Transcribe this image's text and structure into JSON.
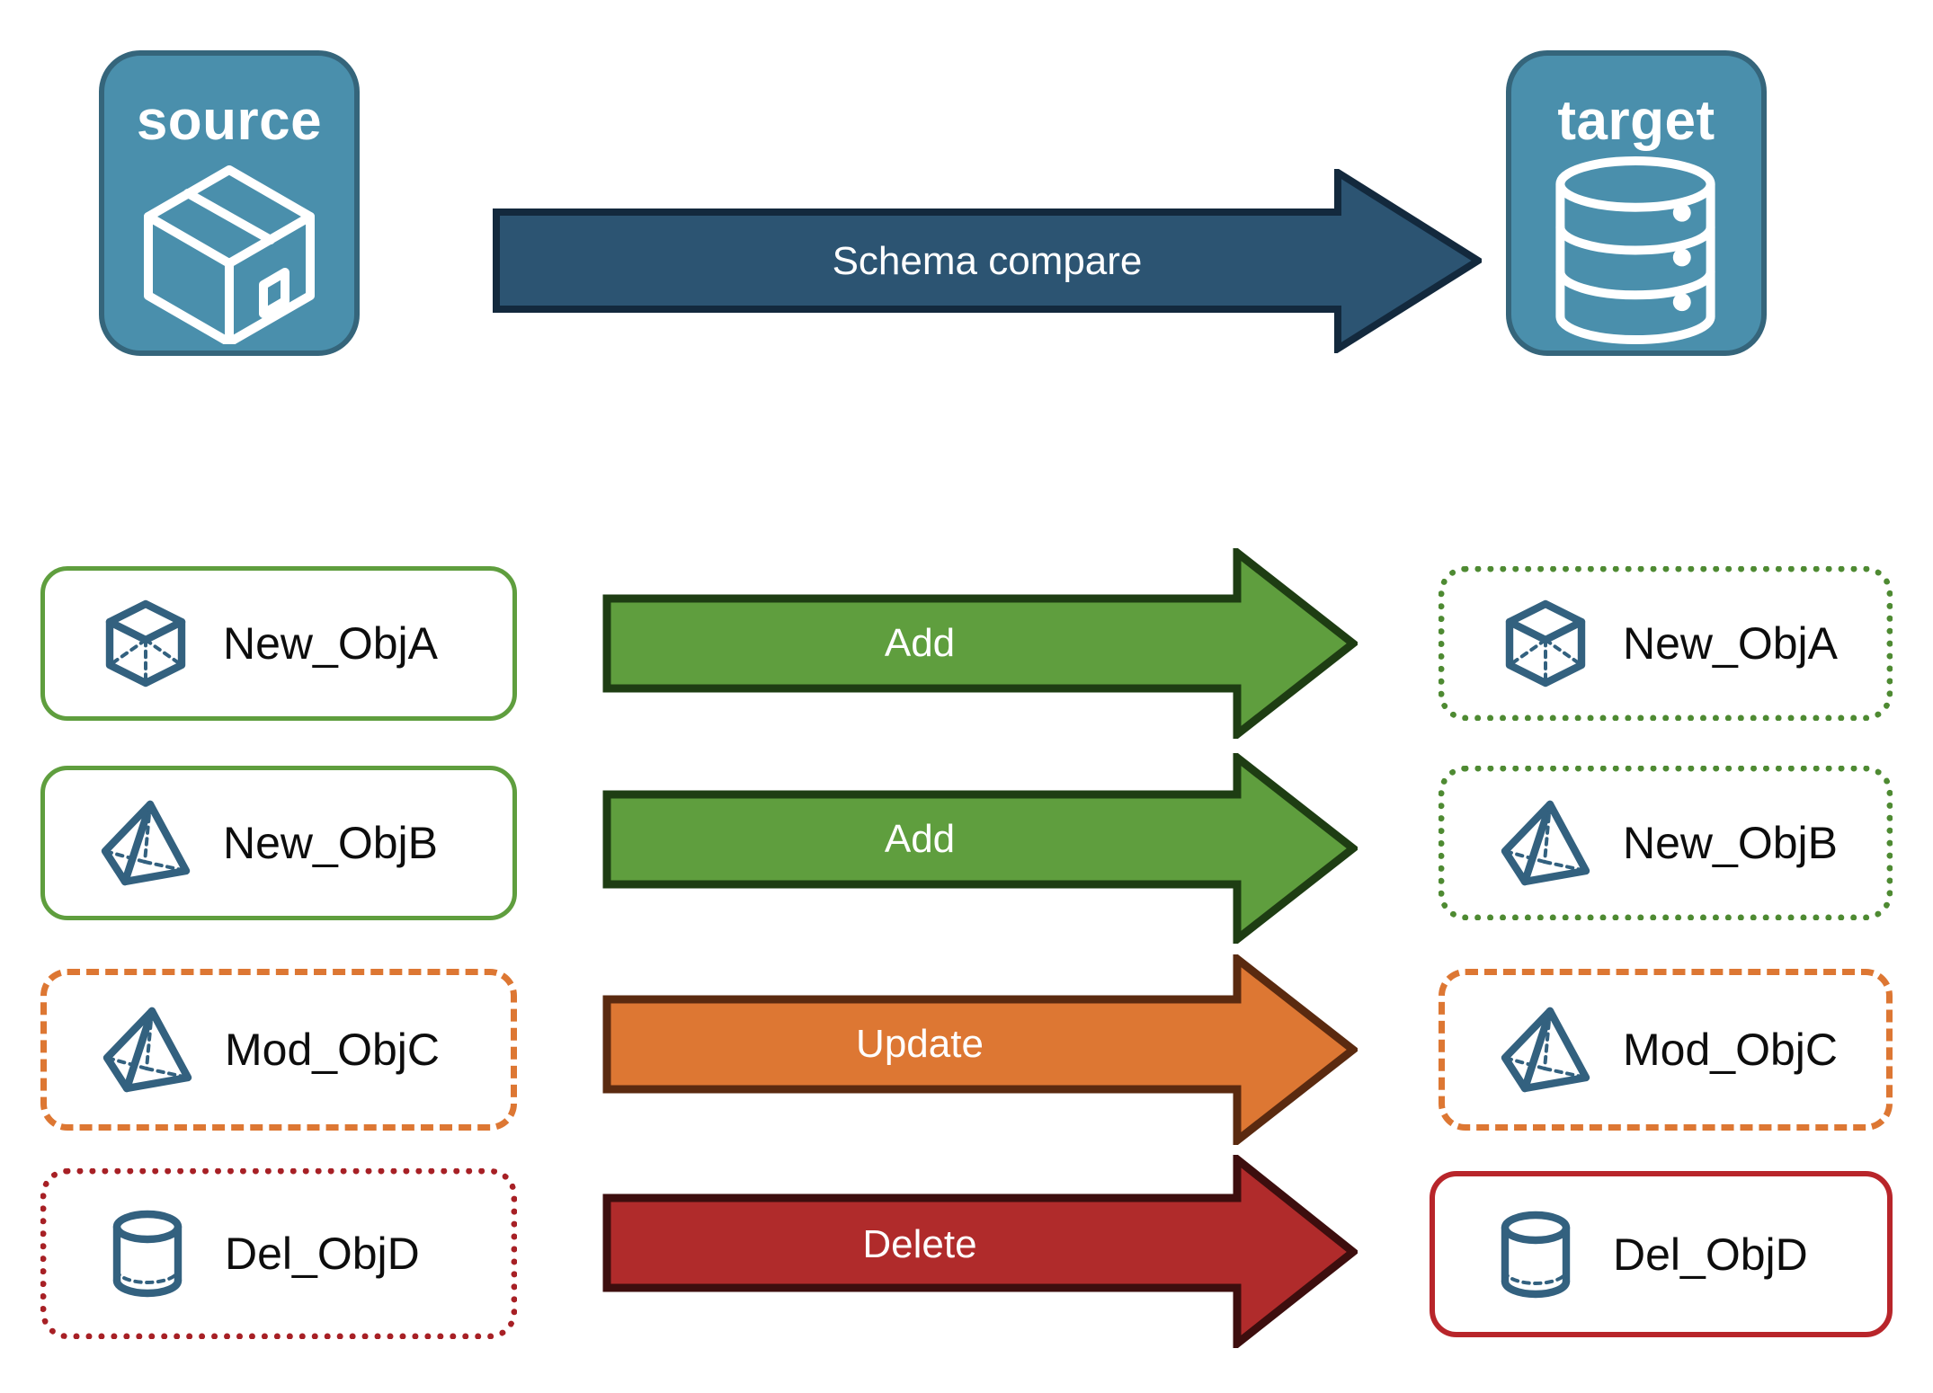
{
  "diagram": {
    "title_source": "source",
    "title_target": "target",
    "compare_arrow_label": "Schema compare"
  },
  "colors": {
    "endpoint_fill": "#4a8fac",
    "endpoint_stroke": "#35657b",
    "compare_arrow_fill": "#2c5472",
    "compare_arrow_stroke": "#13293d",
    "add_fill": "#5f9e3e",
    "add_stroke": "#1e3d13",
    "update_fill": "#dd7733",
    "update_stroke": "#5a2a10",
    "delete_fill": "#b02b2b",
    "delete_stroke": "#3d0e0e",
    "object_icon": "#33617f",
    "chip_text": "#0d0d0d",
    "green_border": "#5f9e3e",
    "green_dotted": "#4e8a32",
    "orange_dashed": "#dd7733",
    "red_dotted": "#a72025",
    "red_solid": "#b8252a"
  },
  "icons": {
    "source": "package-box-icon",
    "target": "database-cylinder-icon",
    "cube": "wireframe-cube-icon",
    "pyramid": "wireframe-pyramid-icon",
    "cylinder": "wireframe-cylinder-icon"
  },
  "rows": [
    {
      "action": "Add",
      "source_label": "New_ObjA",
      "target_label": "New_ObjA",
      "source_icon": "wireframe-cube-icon",
      "target_icon": "wireframe-cube-icon",
      "source_border": "solid-green",
      "target_border": "dotted-green",
      "arrow_color": "add"
    },
    {
      "action": "Add",
      "source_label": "New_ObjB",
      "target_label": "New_ObjB",
      "source_icon": "wireframe-pyramid-icon",
      "target_icon": "wireframe-pyramid-icon",
      "source_border": "solid-green",
      "target_border": "dotted-green",
      "arrow_color": "add"
    },
    {
      "action": "Update",
      "source_label": "Mod_ObjC",
      "target_label": "Mod_ObjC",
      "source_icon": "wireframe-pyramid-icon",
      "target_icon": "wireframe-pyramid-icon",
      "source_border": "dashed-orange",
      "target_border": "dashed-orange",
      "arrow_color": "update"
    },
    {
      "action": "Delete",
      "source_label": "Del_ObjD",
      "target_label": "Del_ObjD",
      "source_icon": "wireframe-cylinder-icon",
      "target_icon": "wireframe-cylinder-icon",
      "source_border": "dotted-red",
      "target_border": "solid-red",
      "arrow_color": "delete"
    }
  ]
}
